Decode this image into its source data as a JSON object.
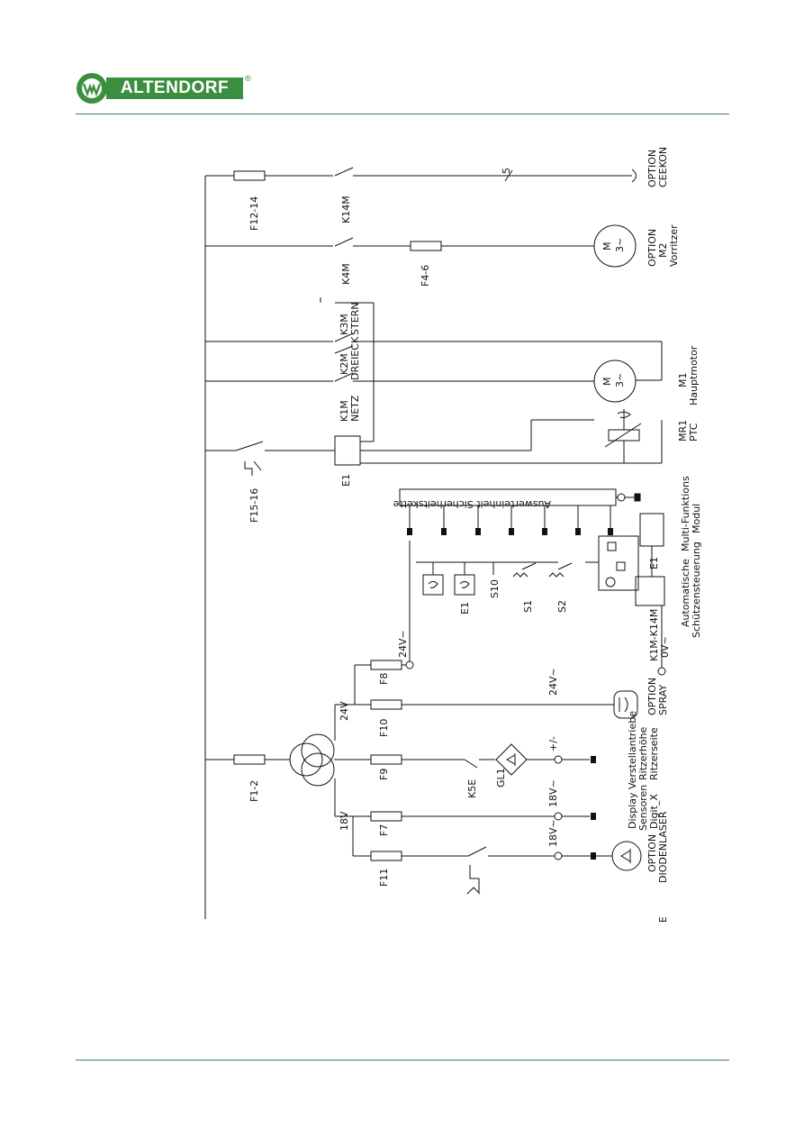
{
  "brand": {
    "name": "ALTENDORF",
    "registered": "®",
    "color": "#3b8f3e",
    "rule_color": "#3d7a6a"
  },
  "schematic": {
    "fuses": {
      "f12_14": "F12-14",
      "f4_6": "F4-6",
      "f15_16": "F15-16",
      "f1_2": "F1-2",
      "f8": "F8",
      "f10": "F10",
      "f9": "F9",
      "f7": "F7",
      "f11": "F11"
    },
    "contactors": {
      "k14m": "K14M",
      "k4m": "K4M",
      "k3m": "K3M",
      "k3m_sub": "STERN",
      "k2m": "K2M",
      "k2m_sub": "DREIECK",
      "k1m": "K1M",
      "k1m_sub": "NETZ",
      "k5e": "K5E"
    },
    "wire_count": "5",
    "ceekon": [
      "OPTION",
      "CEEKON"
    ],
    "m2": {
      "symbol": "M",
      "phase": "3~",
      "label": [
        "OPTION",
        "M2",
        "Vorritzer"
      ]
    },
    "m1": {
      "symbol": "M",
      "phase": "3~",
      "label": [
        "M1",
        "Hauptmotor"
      ]
    },
    "mr1": [
      "MR1",
      "PTC"
    ],
    "e1": "E1",
    "safety_chain": "Auswerteinheit Sicherheitskette",
    "multi": [
      "Multi-Funktions",
      "Modul"
    ],
    "auto": [
      "Automatische",
      "Schützensteuerung"
    ],
    "k1m_k14m": [
      "K1M-K14M",
      "0V~"
    ],
    "switches": {
      "s10": "S10",
      "s1": "S1",
      "s2": "S2",
      "e1": "E1"
    },
    "voltages": {
      "v24_f8": "24V~",
      "v24_spray": "24V~",
      "v24_tr": "24V",
      "v18_tr": "18V",
      "pm": "+/-",
      "v18_disp": "18V~",
      "v18_laser": "18V~"
    },
    "spray": [
      "OPTION",
      "SPRAY"
    ],
    "gl1": "GL1",
    "verstell": [
      "Verstellantriebe",
      "Ritzerhöhe",
      "Ritzerseite"
    ],
    "display": [
      "Display",
      "Sensoren",
      "Digit_X"
    ],
    "laser": [
      "OPTION",
      "DIODENLASER"
    ],
    "e_label": "E"
  }
}
